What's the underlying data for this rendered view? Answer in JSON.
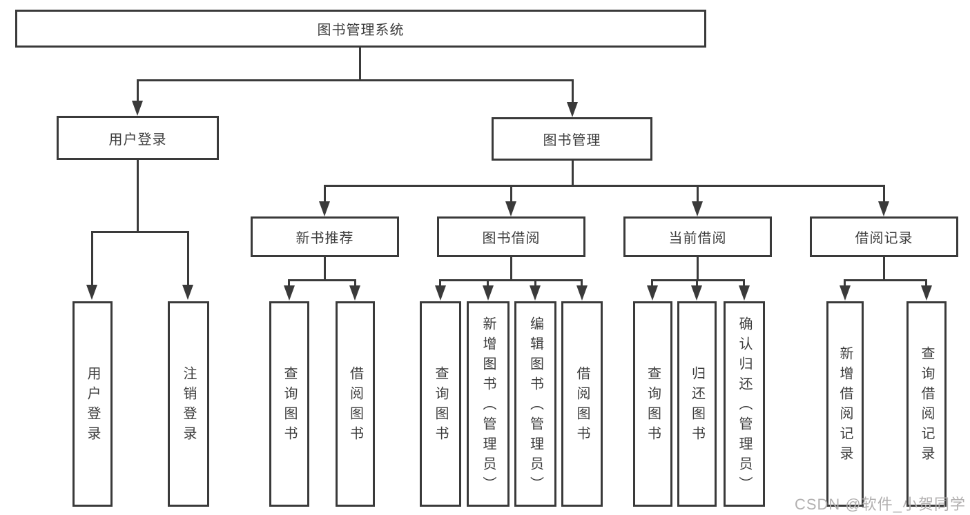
{
  "diagram_type": "hierarchy-tree",
  "colors": {
    "background": "#ffffff",
    "line": "#3a3a3a",
    "box_border": "#3a3a3a",
    "text": "#3d3d3d",
    "watermark": "#b2b0b0"
  },
  "root": {
    "label": "图书管理系统"
  },
  "level2": [
    {
      "label": "用户登录"
    },
    {
      "label": "图书管理"
    }
  ],
  "level3": [
    {
      "label": "新书推荐",
      "parent": "图书管理"
    },
    {
      "label": "图书借阅",
      "parent": "图书管理"
    },
    {
      "label": "当前借阅",
      "parent": "图书管理"
    },
    {
      "label": "借阅记录",
      "parent": "图书管理"
    }
  ],
  "leaves": [
    {
      "label": "用户登录",
      "parent": "用户登录"
    },
    {
      "label": "注销登录",
      "parent": "用户登录"
    },
    {
      "label": "查询图书",
      "parent": "新书推荐"
    },
    {
      "label": "借阅图书",
      "parent": "新书推荐"
    },
    {
      "label": "查询图书",
      "parent": "图书借阅"
    },
    {
      "label": "新增图书（管理员）",
      "parent": "图书借阅"
    },
    {
      "label": "编辑图书（管理员）",
      "parent": "图书借阅"
    },
    {
      "label": "借阅图书",
      "parent": "图书借阅"
    },
    {
      "label": "查询图书",
      "parent": "当前借阅"
    },
    {
      "label": "归还图书",
      "parent": "当前借阅"
    },
    {
      "label": "确认归还（管理员）",
      "parent": "当前借阅"
    },
    {
      "label": "新增借阅记录",
      "parent": "借阅记录"
    },
    {
      "label": "查询借阅记录",
      "parent": "借阅记录"
    }
  ],
  "watermark": {
    "text": "CSDN @软件_小贺同学"
  }
}
